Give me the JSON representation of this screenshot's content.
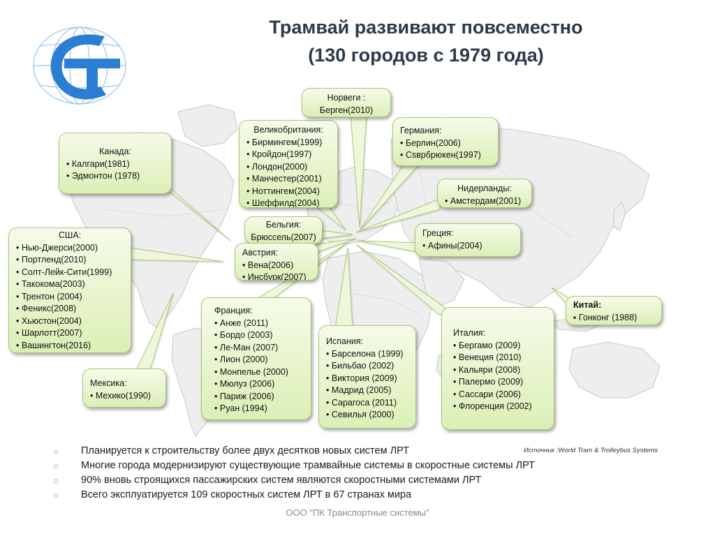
{
  "title": {
    "line1": "Трамвай развивают повсеместно",
    "line2": "(130 городов с 1979 года)"
  },
  "colors": {
    "callout_fill_top": "#f6fbe9",
    "callout_fill_bottom": "#dcefb6",
    "callout_border": "#a9c77a",
    "logo_blue": "#2a7fd4",
    "title_color": "#2b3a4a",
    "map_land": "#eeeeee",
    "map_border": "#c8c8c8"
  },
  "callouts": {
    "canada": {
      "header": "Канада:",
      "items": [
        "Калгари(1981)",
        "Эдмонтон (1978)"
      ]
    },
    "uk": {
      "header": "Великобритания:",
      "items": [
        "Бирмингем(1999)",
        "Кройдон(1997)",
        "Лондон(2000)",
        "Манчестер(2001)",
        "Ноттингем(2004)",
        "Шеффилд(2004)"
      ]
    },
    "norway": {
      "header": "Норвеги :",
      "items": [
        "Берген(2010)"
      ]
    },
    "germany": {
      "header": "Германия:",
      "items": [
        "Берлин(2006)",
        "Сsврбрюкен(1997)"
      ]
    },
    "netherlands": {
      "header": "Нидерланды:",
      "items": [
        "Амстердам(2001)"
      ]
    },
    "belgium": {
      "header": "Бельгия:",
      "items": [
        "Брюссель(2007)"
      ]
    },
    "greece": {
      "header": "Греция:",
      "items": [
        "Афины(2004)"
      ]
    },
    "austria": {
      "header": "Австрия:",
      "items": [
        "Вена(2006)",
        "Инсбурк(2007)"
      ]
    },
    "usa": {
      "header": "США:",
      "items": [
        "Нью-Джерси(2000)",
        "Портленд(2010)",
        "Солт-Лейк-Сити(1999)",
        "Такокома(2003)",
        "Трентон (2004)",
        "Феникс(2008)",
        "Хьюстон(2004)",
        "Шарлотт(2007)",
        "Вашингтон(2016)"
      ]
    },
    "china": {
      "header": "Китай:",
      "items": [
        "Гонконг (1988)"
      ]
    },
    "france": {
      "header": "Франция:",
      "items": [
        "Анже (2011)",
        "Бордо (2003)",
        "Ле-Ман (2007)",
        "Лион (2000)",
        "Монпелье (2000)",
        "Мюлуз (2006)",
        "Париж (2006)",
        "Руан (1994)"
      ]
    },
    "spain": {
      "header": "Испания:",
      "items": [
        "Барселона (1999)",
        "Бильбао (2002)",
        "Виктория (2009)",
        "Мадрид (2005)",
        "Сарагоса (2011)",
        "Севилья (2000)"
      ]
    },
    "italy": {
      "header": "Италия:",
      "items": [
        "Бергамо (2009)",
        "Венеция (2010)",
        "Кальяри (2008)",
        "Палермо (2009)",
        "Сассари (2006)",
        "Флоренция (2002)"
      ]
    },
    "mexico": {
      "header": "Мексика:",
      "items": [
        "Мехико(1990)"
      ]
    }
  },
  "bullets": [
    "Планируется к строительству более двух десятков новых систем ЛРТ",
    "Многие города модернизируют существующие трамвайные системы в скоростные системы ЛРТ",
    "90% вновь строящихся пассажирских систем являются скоростными системами ЛРТ",
    "Всего эксплуатируется 109 скоростных систем ЛРТ в 67 странах мира"
  ],
  "bullet_marker": "○",
  "source": "Источник :World Tram & Trolleybus Systems",
  "footer": "ООО \"ПК Транспортные системы\""
}
